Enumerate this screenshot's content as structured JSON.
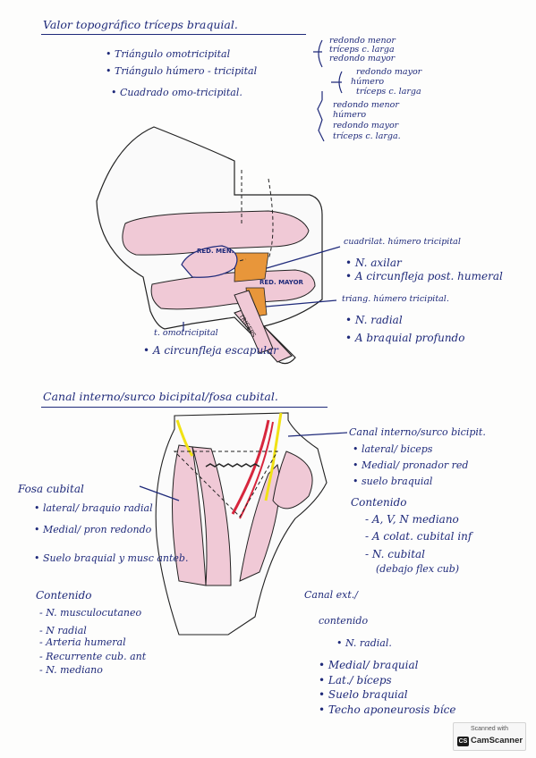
{
  "section1": {
    "title": "Valor topográfico tríceps braquial.",
    "bullets": [
      "• Triángulo omotricipital",
      "• Triángulo húmero - tricipital",
      "• Cuadrado omo-tricipital."
    ],
    "branch_a": [
      "redondo menor",
      "tríceps c. larga",
      "redondo mayor"
    ],
    "branch_b": [
      "redondo mayor",
      "húmero",
      "tríceps c. larga"
    ],
    "branch_c": [
      "redondo menor",
      "húmero",
      "redondo mayor",
      "tríceps c. larga."
    ],
    "fig_labels": {
      "red_men": "RED. MEN.",
      "red_mayor": "RED. MAYOR",
      "triceps": "TRICEPS"
    },
    "right_notes": {
      "cuad_title": "cuadrilat. húmero tricipital",
      "cuad_items": [
        "• N. axilar",
        "• A circunfleja post. humeral"
      ],
      "tri_title": "triang. húmero tricipital.",
      "tri_items": [
        "• N. radial",
        "• A braquial profundo"
      ]
    },
    "left_notes": {
      "title": "t. omotricipital",
      "items": [
        "• A circunfleja escapular"
      ]
    }
  },
  "section2": {
    "title": "Canal interno/surco bicipital/fosa cubital.",
    "left": {
      "title": "Fosa cubital",
      "limits": [
        "• lateral/ braquio radial",
        "• Medial/ pron redondo",
        "• Suelo braquial y musc anteb."
      ],
      "content_title": "Contenido",
      "content": [
        "- N. musculocutaneo",
        "- N radial",
        "- Arteria humeral",
        "- Recurrente cub. ant",
        "- N. mediano"
      ]
    },
    "right": {
      "title": "Canal interno/surco bicipit.",
      "limits": [
        "• lateral/ biceps",
        "• Medial/ pronador red",
        "• suelo braquial"
      ],
      "content_title": "Contenido",
      "content": [
        "- A, V, N mediano",
        "- A colat. cubital inf",
        "- N. cubital",
        "(debajo flex cub)"
      ]
    },
    "ext": {
      "title": "Canal ext./",
      "content_title": "contenido",
      "content": [
        "• N. radial."
      ],
      "limits": [
        "• Medial/ braquial",
        "• Lat./ bíceps",
        "• Suelo braquial",
        "• Techo aponeurosis bíce"
      ]
    }
  },
  "badge": {
    "top": "Scanned with",
    "logo": "CS",
    "name": "CamScanner"
  },
  "colors": {
    "ink": "#1f2a7a",
    "muscle": "#f0c9d6",
    "orange": "#e8963a",
    "red": "#d7263d",
    "yellow": "#f1e214"
  }
}
